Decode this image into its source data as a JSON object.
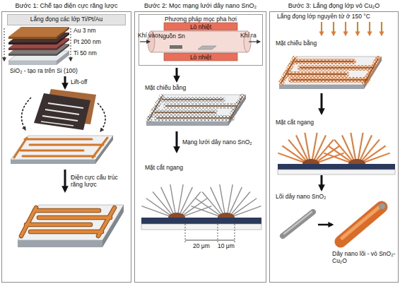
{
  "diagram": {
    "nodes": [
      {
        "text": [
          "Bước 1: Chế tạo điện cực răng lược"
        ]
      },
      {
        "text": [
          "Lắng đọng các lớp Ti/Pt/Au"
        ],
        "in": 0
      },
      {
        "text": [
          "Bước 2: Mọc mạng lưới dây nano SnO₂"
        ]
      },
      {
        "text": [
          "Phương pháp mọc pha hơi"
        ],
        "in": 2
      },
      {
        "text": [
          "Bước 3: Lắng đọng lớp vỏ Cu₂O"
        ]
      }
    ],
    "labels": [
      "Au 3 nm",
      "Pt 200 nm",
      "Ti 50 nm",
      "SiO₂ - tạo ra trên Si (100)",
      "Lift-off",
      "Điện cực cấu trúc răng lược",
      "Lò nhiệt",
      "Lò nhiệt",
      "Khí vào",
      "Khí ra",
      "Nguồn Sn",
      "Mặt chiếu bằng",
      "Mạng lưới dây nano SnO₂",
      "Mặt cắt ngang",
      "20 μm",
      "10 μm",
      "Lắng đọng lớp nguyên tử ở 150 °C",
      "Mặt chiếu bằng",
      "Mặt cắt ngang",
      "Lõi dây nano SnO₂",
      "Dây nano lõi - vỏ SnO₂-Cu₂O"
    ]
  }
}
